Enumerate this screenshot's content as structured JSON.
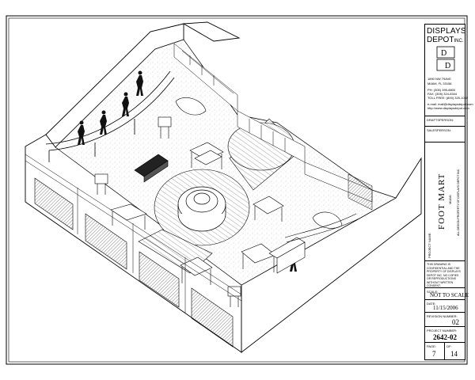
{
  "title_block": {
    "company": {
      "name_line1": "DISPLAYS",
      "name_line2": "DEPOT",
      "name_suffix": "INC.",
      "address1": "1890 NW 79AVE",
      "address2": "MIAMI, FL 33156",
      "phone": "PH: (305) 395-8800",
      "fax": "FAX: (305) 324-8344",
      "toll_free": "TOLL FREE: (800) 325-1092",
      "email": "e-mail: mail@displaysdepot.com",
      "web": "http://www.displaysdepot.com"
    },
    "draftsperson_label": "DRAFTSPERSON:",
    "salesperson_label": "SALESPERSON:",
    "project_label": "PROJECT NAME:",
    "project_name": "FOOT MART",
    "project_location": "MIAMI",
    "notice_vertical": "ALL DESIGN PROPERTY OF DISPLAYS DEPOT INC.",
    "notice": "THIS DRAWING IS CONFIDENTIAL AND THE PROPERTY OF DISPLAYS DEPOT INC. NO COPIES OR REPRODUCTIONS WITHOUT WRITTEN CONSENT.",
    "scale_label": "SCALE:",
    "scale_value": "NOT TO SCALE",
    "date_label": "DATE:",
    "date_value": "11/15/2006",
    "revision_label": "REVISION NUMBER:",
    "revision_value": "02",
    "project_number_label": "PROJECT NUMBER:",
    "project_number_value": "2642-02",
    "page_label": "PAGE:",
    "page_value": "7",
    "of_label": "OF:",
    "of_value": "14"
  }
}
